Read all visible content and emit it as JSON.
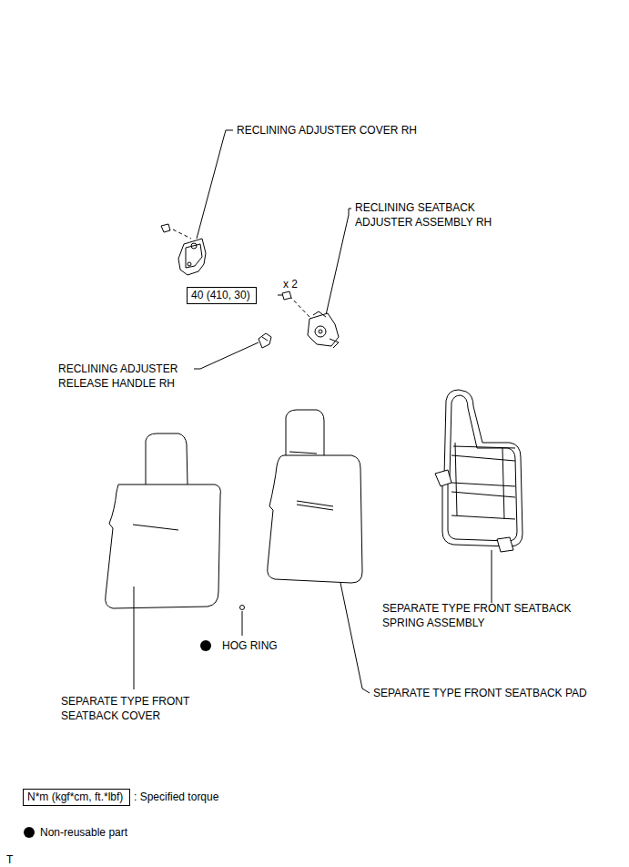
{
  "diagram": {
    "nodes": [
      {
        "text": [
          "40 (410, 30)"
        ]
      },
      {
        "text": [
          "N*m (kgf*cm, ft.*lbf)"
        ]
      }
    ],
    "labels": [
      "RECLINING ADJUSTER COVER RH",
      "RECLINING SEATBACK ADJUSTER ASSEMBLY RH",
      "x 2",
      "RECLINING ADJUSTER RELEASE HANDLE RH",
      "SEPARATE TYPE FRONT SEATBACK SPRING ASSEMBLY",
      "HOG RING",
      "SEPARATE TYPE FRONT SEATBACK COVER",
      "SEPARATE TYPE FRONT SEATBACK PAD",
      "T"
    ],
    "legend": [
      {
        "text": ": Specified torque"
      },
      {
        "text": "Non-reusable part"
      }
    ]
  }
}
